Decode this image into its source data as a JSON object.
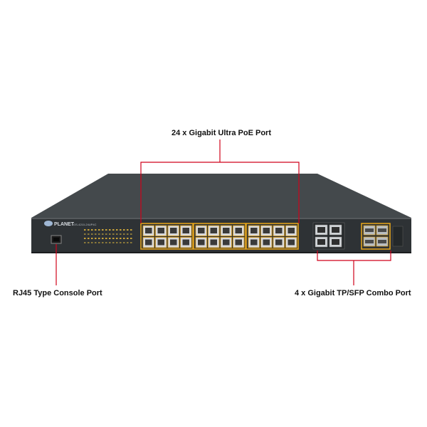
{
  "callouts": {
    "poe_ports": "24 x Gigabit Ultra PoE Port",
    "console_port": "RJ45 Type Console Port",
    "combo_ports": "4 x Gigabit TP/SFP Combo Port"
  },
  "device": {
    "brand": "PLANET",
    "model": "GS-4210-24UP4C"
  },
  "colors": {
    "callout": "#d0021b",
    "chassis_top": "#3f4346",
    "chassis_front": "#2c3033",
    "port_highlight": "#e0a11a"
  }
}
